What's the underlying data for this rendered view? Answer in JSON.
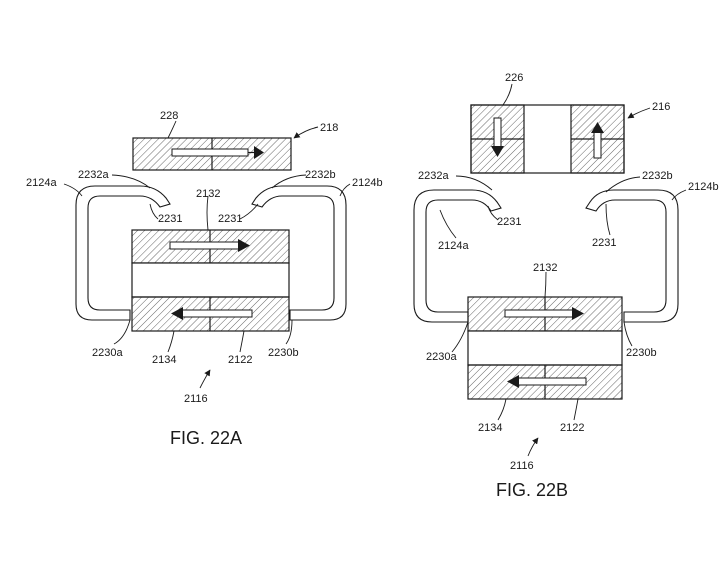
{
  "figures": {
    "a": {
      "caption": "FIG. 22A",
      "labels": {
        "top_magnet": "228",
        "top_magnet_ref": "218",
        "guide_left_outer": "2124a",
        "guide_left_tip": "2232a",
        "guide_left_inner": "2231",
        "guide_right_tip": "2232b",
        "guide_right_outer": "2124b",
        "guide_right_inner": "2231",
        "upper_layer": "2132",
        "left_end": "2230a",
        "lower_layer": "2134",
        "lower_right": "2122",
        "right_end": "2230b",
        "assembly": "2116"
      }
    },
    "b": {
      "caption": "FIG. 22B",
      "labels": {
        "top_magnet": "226",
        "top_magnet_ref": "216",
        "guide_left_tip": "2232a",
        "guide_left_inner": "2231",
        "guide_left_outer": "2124a",
        "guide_right_tip": "2232b",
        "guide_right_outer": "2124b",
        "guide_right_inner": "2231",
        "upper_layer": "2132",
        "left_end": "2230a",
        "right_end": "2230b",
        "lower_layer": "2134",
        "lower_right": "2122",
        "assembly": "2116"
      }
    }
  }
}
